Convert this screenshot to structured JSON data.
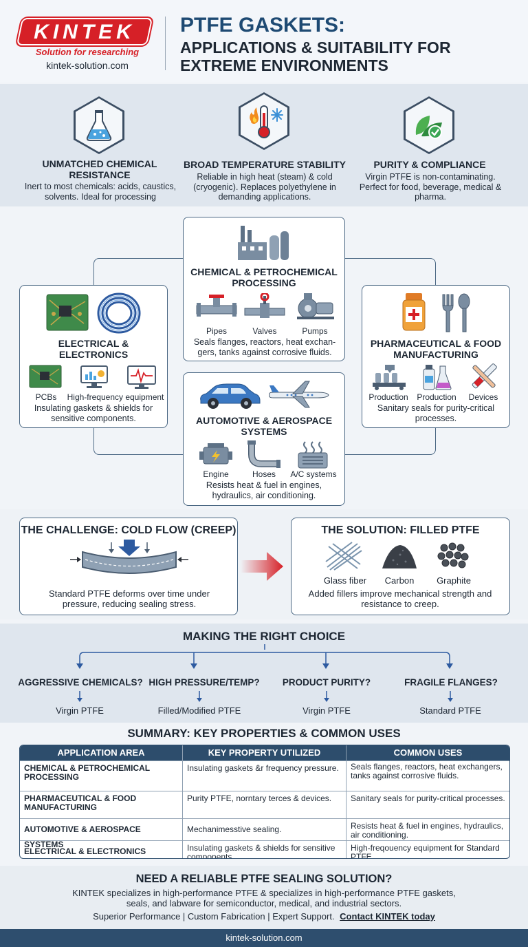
{
  "header": {
    "logo_text": "KINTEK",
    "tagline": "Solution for researching",
    "url": "kintek-solution.com",
    "title_line1": "PTFE GASKETS:",
    "title_line2": "APPLICATIONS & SUITABILITY FOR EXTREME ENVIRONMENTS"
  },
  "features": [
    {
      "title": "UNMATCHED CHEMICAL RESISTANCE",
      "desc": "Inert to most chemicals: acids, caustics, solvents. Ideal for processing",
      "icon": "flask-icon"
    },
    {
      "title": "BROAD TEMPERATURE STABILITY",
      "desc": "Reliable in high heat (steam) & cold (cryogenic). Replaces polyethylene in demanding applications.",
      "icon": "thermometer-icon"
    },
    {
      "title": "PURITY & COMPLIANCE",
      "desc": "Virgin PTFE is non-contaminating. Perfect for food, beverage, medical & pharma.",
      "icon": "leaf-check-icon"
    }
  ],
  "applications": {
    "chemical": {
      "title": "CHEMICAL & PETROCHEMICAL PROCESSING",
      "items": [
        "Pipes",
        "Valves",
        "Pumps"
      ],
      "desc": "Seals flanges, reactors, heat exchan-gers, tanks against corrosive fluids."
    },
    "electrical": {
      "title": "ELECTRICAL & ELECTRONICS",
      "items": [
        "PCBs",
        "High-frequency equipment"
      ],
      "desc": "Insulating gaskets & shields for sensitive components."
    },
    "pharma": {
      "title": "PHARMACEUTICAL & FOOD MANUFACTURING",
      "items": [
        "Production",
        "Production",
        "Devices"
      ],
      "desc": "Sanitary seals for purity-critical processes."
    },
    "automotive": {
      "title": "AUTOMOTIVE & AEROSPACE SYSTEMS",
      "items": [
        "Engine",
        "Hoses",
        "A/C systems"
      ],
      "desc": "Resists heat & fuel in engines, hydraulics, air conditioning."
    }
  },
  "challenge": {
    "title": "THE CHALLENGE: COLD FLOW (CREEP)",
    "desc": "Standard PTFE deforms over time under pressure, reducing sealing stress."
  },
  "solution": {
    "title": "THE SOLUTION: FILLED PTFE",
    "fillers": [
      "Glass fiber",
      "Carbon",
      "Graphite"
    ],
    "desc": "Added fillers improve mechanical strength and resistance to creep."
  },
  "choice": {
    "title": "MAKING THE RIGHT CHOICE",
    "options": [
      {
        "question": "AGGRESSIVE CHEMICALS?",
        "answer": "Virgin PTFE"
      },
      {
        "question": "HIGH PRESSURE/TEMP?",
        "answer": "Filled/Modified PTFE"
      },
      {
        "question": "PRODUCT PURITY?",
        "answer": "Virgin PTFE"
      },
      {
        "question": "FRAGILE FLANGES?",
        "answer": "Standard PTFE"
      }
    ]
  },
  "summary": {
    "title": "SUMMARY: KEY PROPERTIES & COMMON USES",
    "headers": [
      "APPLICATION AREA",
      "KEY PROPERTY UTILIZED",
      "COMMON USES"
    ],
    "rows": [
      [
        "CHEMICAL & PETROCHEMICAL PROCESSING",
        "Insulating gaskets &r frequency pressure.",
        "Seals flanges, reactors, heat exchangers, tanks against corrosive fluids."
      ],
      [
        "PHARMACEUTICAL & FOOD MANUFACTURING",
        "Purity PTFE, norntary terces & devices.",
        "Sanitary seals for purity-critical processes."
      ],
      [
        "AUTOMOTIVE & AEROSPACE SYSTEMS",
        "Mechanimesstive sealing.",
        "Resists heat & fuel in engines, hydraulics, air conditioning."
      ],
      [
        "ELECTRICAL & ELECTRONICS",
        "Insulating gaskets & shields for sensitive components.",
        "High-freqouency equipment for Standard PTFE."
      ]
    ]
  },
  "cta": {
    "title": "NEED A RELIABLE PTFE SEALING SOLUTION?",
    "body": "KINTEK specializes in high-performance PTFE & specializes in high-performance PTFE gaskets, seals, and labware for semiconductor, medical, and industrial sectors.",
    "tagline": "Superior Performance | Custom Fabrication | Expert Support.",
    "link": "Contact KINTEK today"
  },
  "footer": {
    "url": "kintek-solution.com"
  },
  "colors": {
    "brand_red": "#d62027",
    "navy": "#1e4a73",
    "table_header": "#2d4d6c"
  }
}
